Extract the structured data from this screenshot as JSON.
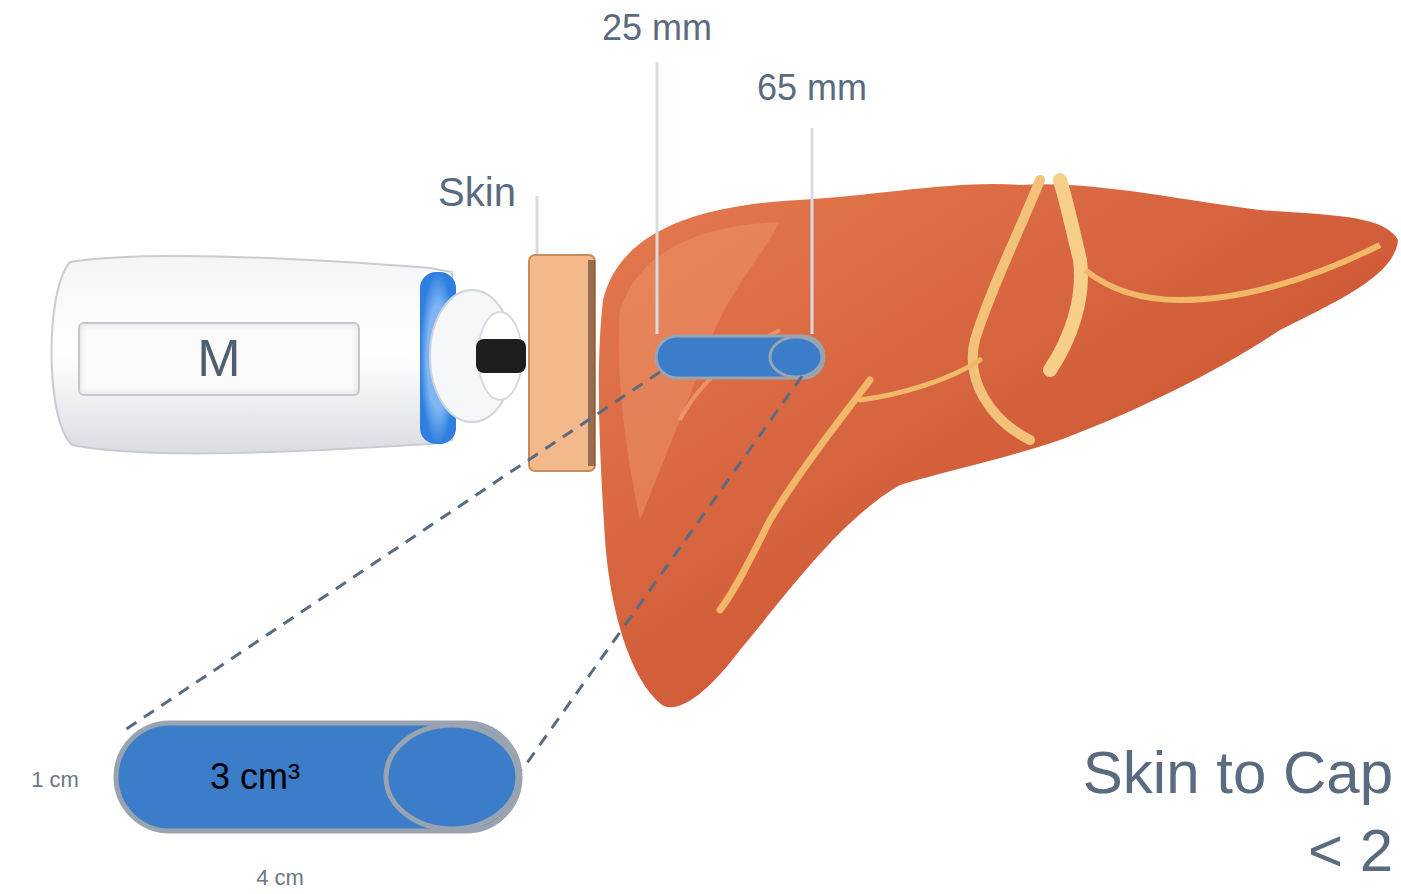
{
  "diagram": {
    "nodes": [
      {
        "text": [
          "M"
        ]
      },
      {
        "text": [
          "3 cm³"
        ]
      }
    ],
    "labels": [
      "25 mm",
      "65 mm",
      "Skin",
      "1 cm",
      "4 cm",
      "Skin to Cap",
      "< 2"
    ]
  }
}
